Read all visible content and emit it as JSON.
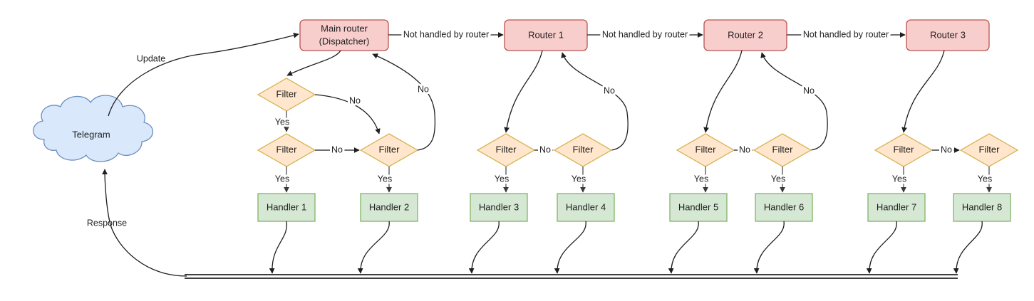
{
  "diagram": {
    "title": "Telegram bot update routing flow",
    "colors": {
      "router_fill": "#f8cecc",
      "router_stroke": "#b85450",
      "filter_fill": "#ffe6cc",
      "filter_stroke": "#d6b656",
      "handler_fill": "#d5e8d4",
      "handler_stroke": "#82b366",
      "cloud_fill": "#dae8fc",
      "cloud_stroke": "#6c8ebf",
      "line": "#1f1f1f",
      "background": "#ffffff"
    },
    "source": {
      "label": "Telegram"
    },
    "flow_labels": {
      "update": "Update",
      "response": "Response",
      "not_handled": "Not handled by router",
      "yes": "Yes",
      "no": "No"
    },
    "routers": [
      {
        "id": "main-router",
        "line1": "Main router",
        "line2": "(Dispatcher)"
      },
      {
        "id": "router-1",
        "line1": "Router 1",
        "line2": ""
      },
      {
        "id": "router-2",
        "line1": "Router 2",
        "line2": ""
      },
      {
        "id": "router-3",
        "line1": "Router 3",
        "line2": ""
      }
    ],
    "filters": [
      {
        "id": "filter-a",
        "label": "Filter"
      },
      {
        "id": "filter-1",
        "label": "Filter"
      },
      {
        "id": "filter-2",
        "label": "Filter"
      },
      {
        "id": "filter-3",
        "label": "Filter"
      },
      {
        "id": "filter-4",
        "label": "Filter"
      },
      {
        "id": "filter-5",
        "label": "Filter"
      },
      {
        "id": "filter-6",
        "label": "Filter"
      },
      {
        "id": "filter-7",
        "label": "Filter"
      },
      {
        "id": "filter-8",
        "label": "Filter"
      },
      {
        "id": "filter-9",
        "label": "Filter"
      }
    ],
    "handlers": [
      {
        "id": "handler-1",
        "label": "Handler 1"
      },
      {
        "id": "handler-2",
        "label": "Handler 2"
      },
      {
        "id": "handler-3",
        "label": "Handler 3"
      },
      {
        "id": "handler-4",
        "label": "Handler 4"
      },
      {
        "id": "handler-5",
        "label": "Handler 5"
      },
      {
        "id": "handler-6",
        "label": "Handler 6"
      },
      {
        "id": "handler-7",
        "label": "Handler 7"
      },
      {
        "id": "handler-8",
        "label": "Handler 8"
      }
    ],
    "edge_labels": {
      "not_handled_1": "Not handled by router",
      "not_handled_2": "Not handled by router",
      "not_handled_3": "Not handled by router",
      "no_top_main": "No",
      "no_mid_main": "No",
      "no_row_main": "No",
      "no_top_r1": "No",
      "no_row_r1": "No",
      "no_top_r2": "No",
      "no_row_r2": "No",
      "no_row_r3": "No",
      "yes_main_top": "Yes",
      "yes_h1": "Yes",
      "yes_h2": "Yes",
      "yes_h3": "Yes",
      "yes_h4": "Yes",
      "yes_h5": "Yes",
      "yes_h6": "Yes",
      "yes_h7": "Yes",
      "yes_h8": "Yes"
    }
  }
}
